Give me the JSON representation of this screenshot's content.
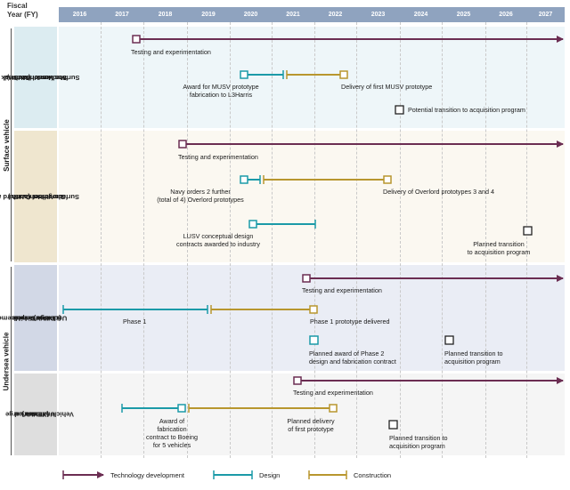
{
  "header": {
    "fiscal_label_1": "Fiscal",
    "fiscal_label_2": "Year (FY)",
    "years": [
      "2016",
      "2017",
      "2018",
      "2019",
      "2020",
      "2021",
      "2022",
      "2023",
      "2024",
      "2025",
      "2026",
      "2027"
    ]
  },
  "categories": {
    "surface": "Surface vehicle",
    "undersea": "Undersea vehicle"
  },
  "programs": {
    "musv": {
      "label_lines": [
        "Sea Hunter/Seahawk and",
        "Medium Unmanned",
        "Surface Vessel (MUSV)"
      ],
      "testing": "Testing and experimentation",
      "award_1": "Award for MUSV prototype",
      "award_2": "fabrication to L3Harris",
      "delivery": "Delivery of first MUSV prototype",
      "transition": "Potential transition to acquisition program"
    },
    "lusv": {
      "label_lines": [
        "Ghostfleet Overlord and",
        "Large Unmanned",
        "Surface Vessel (LUSV)"
      ],
      "testing": "Testing and experimentation",
      "navy_1": "Navy orders 2 further",
      "navy_2": "(total of 4) Overlord prototypes",
      "delivery": "Delivery of Overlord prototypes 3 and 4",
      "concept_1": "LUSV conceptual design",
      "concept_2": "contracts awarded to industry",
      "transition_1": "Planned transition",
      "transition_2": "to acquisition program"
    },
    "lduuv": {
      "label_lines": [
        "Large Displacement",
        "Unmanned",
        "Undersea Vehicle",
        "(LDUUV)"
      ],
      "testing": "Testing and experimentation",
      "phase1": "Phase 1",
      "delivered": "Phase 1 prototype delivered",
      "award_1": "Planned award of Phase 2",
      "award_2": "design and fabrication contract",
      "transition_1": "Planned transition to",
      "transition_2": "acquisition program"
    },
    "xluuv": {
      "label_lines": [
        "Extra Large",
        "Unmanned",
        "Undersea",
        "Vehicle (XLUUV)"
      ],
      "testing": "Testing and experimentation",
      "award_1": "Award of",
      "award_2": "fabrication",
      "award_3": "contract to Boeing",
      "award_4": "for 5 vehicles",
      "delivery_1": "Planned delivery",
      "delivery_2": "of first prototype",
      "transition_1": "Planned transition to",
      "transition_2": "acquisition program"
    }
  },
  "legend": {
    "tech": "Technology development",
    "design": "Design",
    "construction": "Construction"
  },
  "colors": {
    "year_bar": "#8fa3bf",
    "tech": "#6b2d52",
    "design": "#1b9aa8",
    "construction": "#b8962e",
    "row_bg_1": "#eef6f9",
    "label_bg_1": "#dcecf1",
    "row_bg_2": "#fbf8f1",
    "label_bg_2": "#efe6cf",
    "row_bg_3": "#eaedf5",
    "label_bg_3": "#d2d8e6",
    "row_bg_4": "#f5f5f5",
    "label_bg_4": "#dedede"
  }
}
